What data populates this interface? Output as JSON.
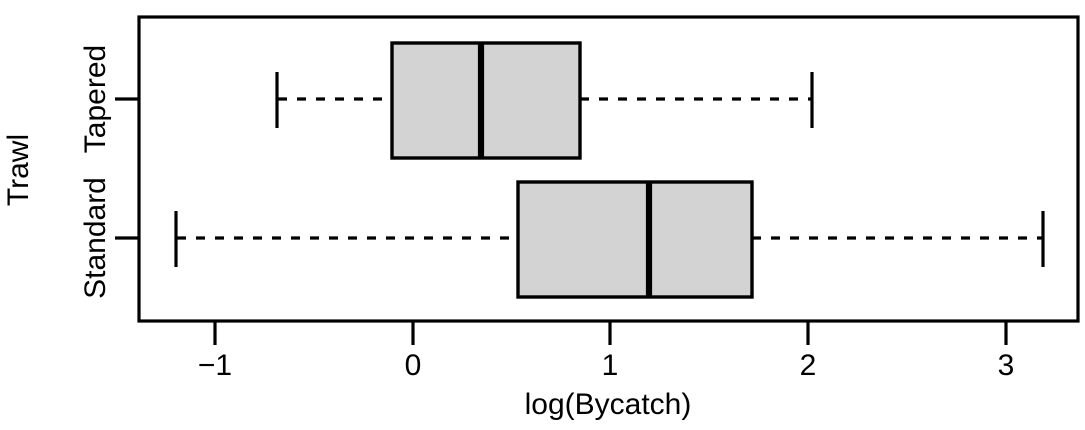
{
  "chart_data": {
    "type": "box",
    "title": "",
    "orientation": "horizontal",
    "xlabel": "log(Bycatch)",
    "ylabel": "Trawl",
    "grid": false,
    "legend": null,
    "xlim": [
      -1.32,
      3.43
    ],
    "xticks": [
      -1,
      0,
      1,
      2,
      3
    ],
    "xticklabels": [
      "−1",
      "0",
      "1",
      "2",
      "3"
    ],
    "categories": [
      "Tapered",
      "Standard"
    ],
    "box_fill": "#d3d3d3",
    "line_color": "#000000",
    "boxes": [
      {
        "category": "Tapered",
        "whisker_low": -0.69,
        "q1": -0.11,
        "median": 0.34,
        "q3": 0.84,
        "whisker_high": 2.02
      },
      {
        "category": "Standard",
        "whisker_low": -1.2,
        "q1": 0.53,
        "median": 1.19,
        "q3": 1.71,
        "whisker_high": 3.18
      }
    ]
  },
  "labels": {
    "x_axis_title": "log(Bycatch)",
    "y_axis_title": "Trawl",
    "tick_minus_one": "−1",
    "tick_zero": "0",
    "tick_one": "1",
    "tick_two": "2",
    "tick_three": "3",
    "category_tapered": "Tapered",
    "category_standard": "Standard"
  }
}
